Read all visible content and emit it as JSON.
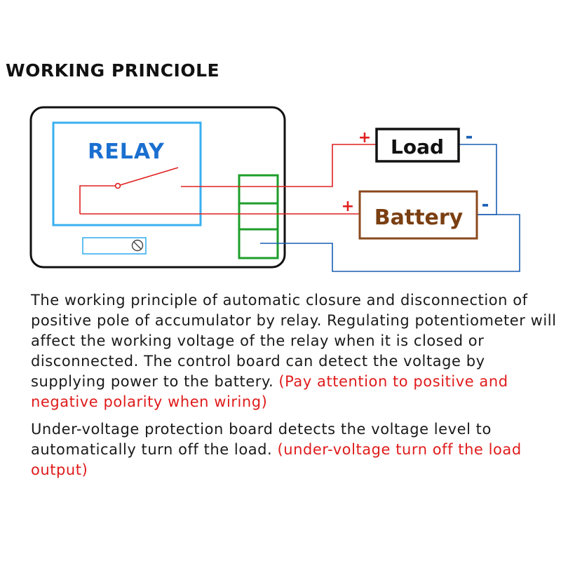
{
  "title": "WORKING PRINCIOLE",
  "diagram": {
    "relay_label": "RELAY",
    "load_label": "Load",
    "battery_label": "Battery",
    "load_plus": "+",
    "load_minus": "-",
    "battery_plus": "+",
    "battery_minus": "-"
  },
  "description": {
    "paragraph_1": "The working principle of automatic closure and disconnection of positive pole of accumulator by relay. Regulating potentiometer will affect the working voltage of the relay when it is closed or disconnected. The control board can detect the voltage by supplying power to the battery.",
    "paragraph_1_note": "(Pay attention to positive and negative polarity when wiring)",
    "paragraph_2": "Under-voltage protection board detects the voltage level to automatically turn off the load.",
    "paragraph_2_note": "(under-voltage turn off the load output)"
  },
  "colors": {
    "positive_wire": "#e02020",
    "negative_wire": "#1a5fb4",
    "relay_frame": "#3ab0f0",
    "relay_text": "#1a6fd0",
    "terminal_block": "#1e9e2a",
    "battery_border": "#8b4a1c",
    "battery_text": "#7a3f12",
    "note_red": "#e01b1b"
  }
}
